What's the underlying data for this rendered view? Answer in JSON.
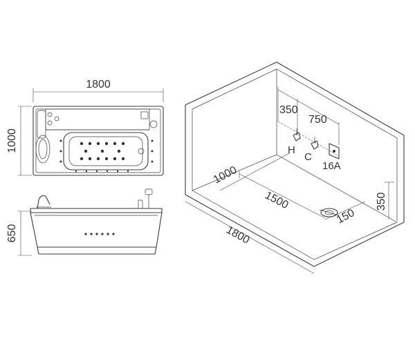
{
  "plan_view": {
    "width_label": "1800",
    "depth_label": "1000"
  },
  "side_view": {
    "height_label": "650"
  },
  "room_view": {
    "spacing_left_label": "350",
    "spacing_right_label": "750",
    "hot_label": "H",
    "cold_label": "C",
    "socket_label": "16A",
    "depth_label": "1000",
    "drain_distance_label": "1500",
    "drain_offset_label": "150",
    "height_label": "350",
    "length_label": "1800"
  }
}
